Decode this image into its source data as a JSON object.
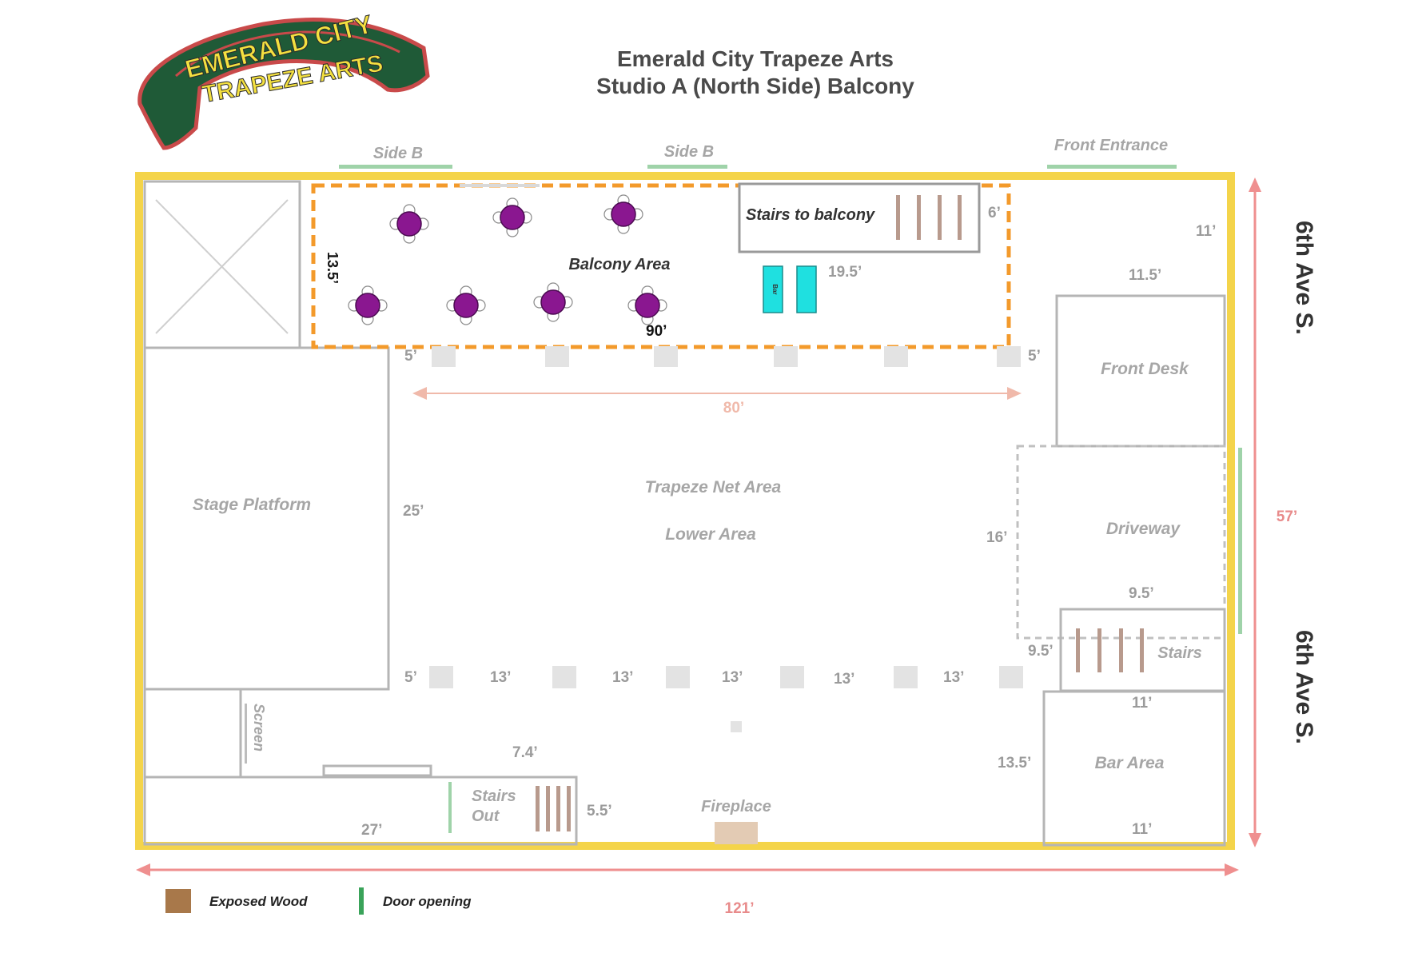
{
  "logo": {
    "line1": "EMERALD CITY",
    "line2": "TRAPEZE ARTS"
  },
  "title": {
    "line1": "Emerald City Trapeze Arts",
    "line2": "Studio A (North Side) Balcony"
  },
  "doors": {
    "side_b_left": "Side B",
    "side_b_center": "Side B",
    "front_entrance": "Front Entrance"
  },
  "streets": {
    "upper": "6th Ave S.",
    "lower": "6th Ave S."
  },
  "areas": {
    "balcony": "Balcony Area",
    "stairs_to_balcony": "Stairs to balcony",
    "bar_small": "Bar",
    "front_desk": "Front Desk",
    "trapeze_net": "Trapeze Net Area",
    "lower": "Lower Area",
    "stage": "Stage Platform",
    "driveway": "Driveway",
    "stairs": "Stairs",
    "bar_area": "Bar Area",
    "screen": "Screen",
    "stairs_out_1": "Stairs",
    "stairs_out_2": "Out",
    "fireplace": "Fireplace"
  },
  "dimensions": {
    "balcony_depth": "13.5’",
    "balcony_length": "90’",
    "stairs_width": "6’",
    "bar_to_edge": "19.5’",
    "right_top": "11’",
    "front_desk_top": "11.5’",
    "pillar_left_top": "5’",
    "pillar_right_top": "5’",
    "span_80": "80’",
    "stage_height": "25’",
    "driveway_height": "16’",
    "driveway_width": "9.5’",
    "stairs_left": "9.5’",
    "pillar_left_bottom": "5’",
    "spacing_1": "13’",
    "spacing_2": "13’",
    "spacing_3": "13’",
    "spacing_4": "13’",
    "spacing_5": "13’",
    "stairs_bottom": "11’",
    "bar_height": "13.5’",
    "bar_width": "11’",
    "lower_left": "7.4’",
    "stairs_out_height": "5.5’",
    "bottom_left": "27’",
    "total_width": "121’",
    "total_height": "57’"
  },
  "legend": {
    "wood": "Exposed Wood",
    "door": "Door opening"
  },
  "colors": {
    "wall": "#f4d44a",
    "balcony_outline": "#f39a2b",
    "table": "#8a1790",
    "bar": "#1fe0e0",
    "wood": "#a8784a",
    "door": "#3aa35a",
    "dimension_arrow": "#ef8f8f",
    "logo_banner": "#1f5a37",
    "logo_text": "#f4e040"
  }
}
